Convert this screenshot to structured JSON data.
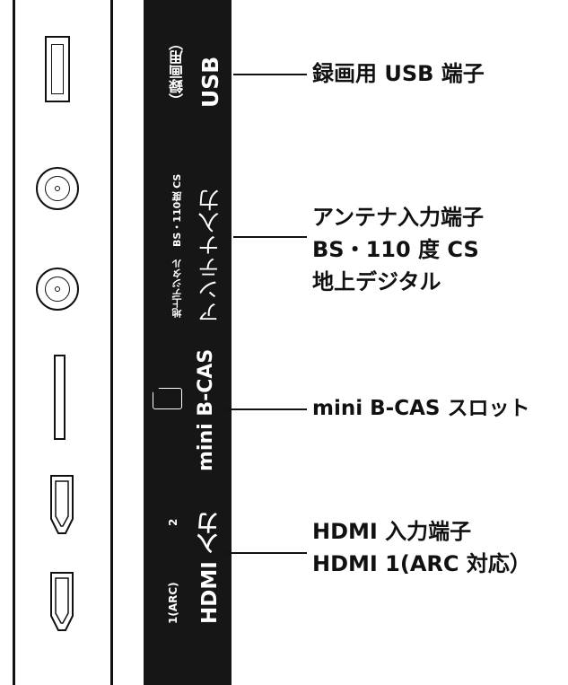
{
  "panel": {
    "usb": {
      "main": "USB",
      "sub": "（録画用）"
    },
    "antenna": {
      "main": "アンテナ入力",
      "sub1": "BS・110度 CS",
      "sub2": "地上デジタル"
    },
    "bcas": {
      "main": "mini B-CAS"
    },
    "hdmi": {
      "main": "HDMI 入力",
      "sub1": "1(ARC)",
      "sub2": "2"
    }
  },
  "callouts": {
    "usb": {
      "line1": "録画用 USB 端子"
    },
    "antenna": {
      "line1": "アンテナ入力端子",
      "line2": "BS・110 度 CS",
      "line3": "地上デジタル"
    },
    "bcas": {
      "line1": "mini B-CAS スロット"
    },
    "hdmi": {
      "line1": "HDMI 入力端子",
      "line2": "HDMI 1(ARC 対応）"
    }
  },
  "colors": {
    "panel": "#161616",
    "line": "#111111",
    "panel_text": "#ffffff"
  }
}
